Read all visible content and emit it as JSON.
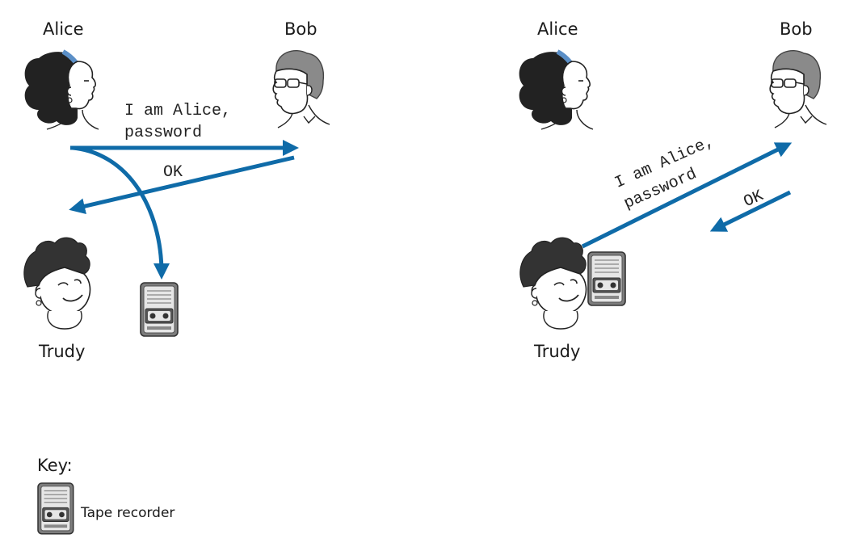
{
  "left_scene": {
    "alice_label": "Alice",
    "bob_label": "Bob",
    "trudy_label": "Trudy",
    "message_line1": "I am Alice,",
    "message_line2": "password",
    "reply": "OK"
  },
  "right_scene": {
    "alice_label": "Alice",
    "bob_label": "Bob",
    "trudy_label": "Trudy",
    "message_line1": "I am Alice,",
    "message_line2": "password",
    "reply": "OK"
  },
  "key": {
    "title": "Key:",
    "tape_recorder_label": "Tape recorder"
  },
  "colors": {
    "arrow": "#0f6ba8",
    "hair": "#222222",
    "headband": "#5b8fc7",
    "bob_hair": "#8a8a8a",
    "skin": "#ffffff",
    "device": "#7d7d7d"
  }
}
